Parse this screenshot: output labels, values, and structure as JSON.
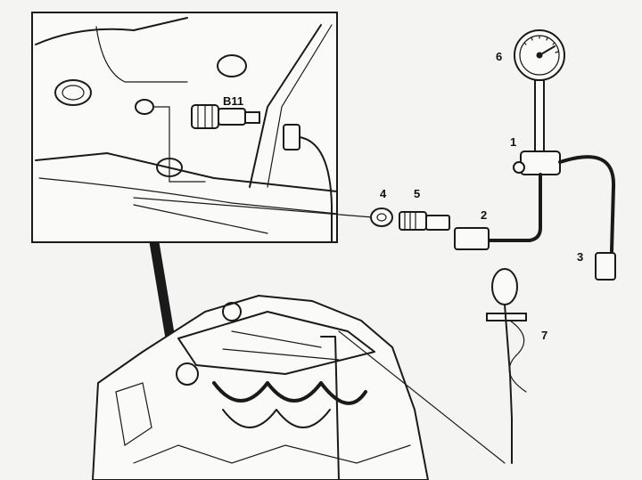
{
  "diagram": {
    "callouts": {
      "b11": "B11",
      "c1": "1",
      "c2": "2",
      "c3": "3",
      "c4": "4",
      "c5": "5",
      "c6": "6",
      "c7": "7"
    }
  }
}
